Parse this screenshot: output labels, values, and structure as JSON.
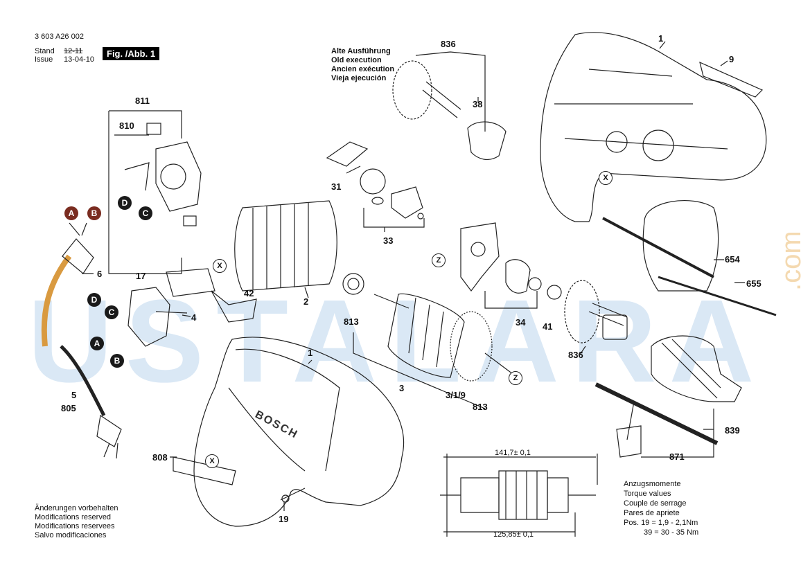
{
  "header": {
    "doc_number": "3 603 A26 002",
    "stand_label": "Stand",
    "issue_label": "Issue",
    "stand_value": "12-11",
    "issue_value": "13-04-10",
    "figure_label": "Fig. /Abb. 1"
  },
  "old_version": {
    "lines": [
      "Alte Ausführung",
      "Old execution",
      "Ancien exécution",
      "Vieja ejecución"
    ]
  },
  "part_numbers": {
    "p811": "811",
    "p810": "810",
    "p6": "6",
    "p17": "17",
    "p4": "4",
    "p5": "5",
    "p805": "805",
    "p2": "2",
    "p42": "42",
    "p1_top": "1",
    "p9": "9",
    "p836_top": "836",
    "p38": "38",
    "p31": "31",
    "p33": "33",
    "p813_left": "813",
    "p3": "3",
    "p319": "3/1/9",
    "p813_right": "813",
    "p34": "34",
    "p41": "41",
    "p836_mid": "836",
    "p654": "654",
    "p655": "655",
    "p839": "839",
    "p871": "871",
    "p808": "808",
    "p19": "19",
    "p1_mid": "1"
  },
  "markers": {
    "a": "A",
    "b": "B",
    "c": "C",
    "d": "D",
    "x": "X",
    "z": "Z"
  },
  "dimensions": {
    "top": "141,7± 0,1",
    "bottom": "125,85± 0,1"
  },
  "torque": {
    "lines": [
      "Anzugsmomente",
      "Torque values",
      "Couple de serrage",
      "Pares de apriete"
    ],
    "row1": "Pos. 19 = 1,9 - 2,1Nm",
    "row2": "39 = 30 - 35 Nm"
  },
  "footer": {
    "lines": [
      "Änderungen vorbehalten",
      "Modifications reserved",
      "Modifications reservees",
      "Salvo modificaciones"
    ]
  },
  "watermark": {
    "text": "USTALARA",
    "suffix": ".com"
  },
  "brand_label": "BOSCH"
}
